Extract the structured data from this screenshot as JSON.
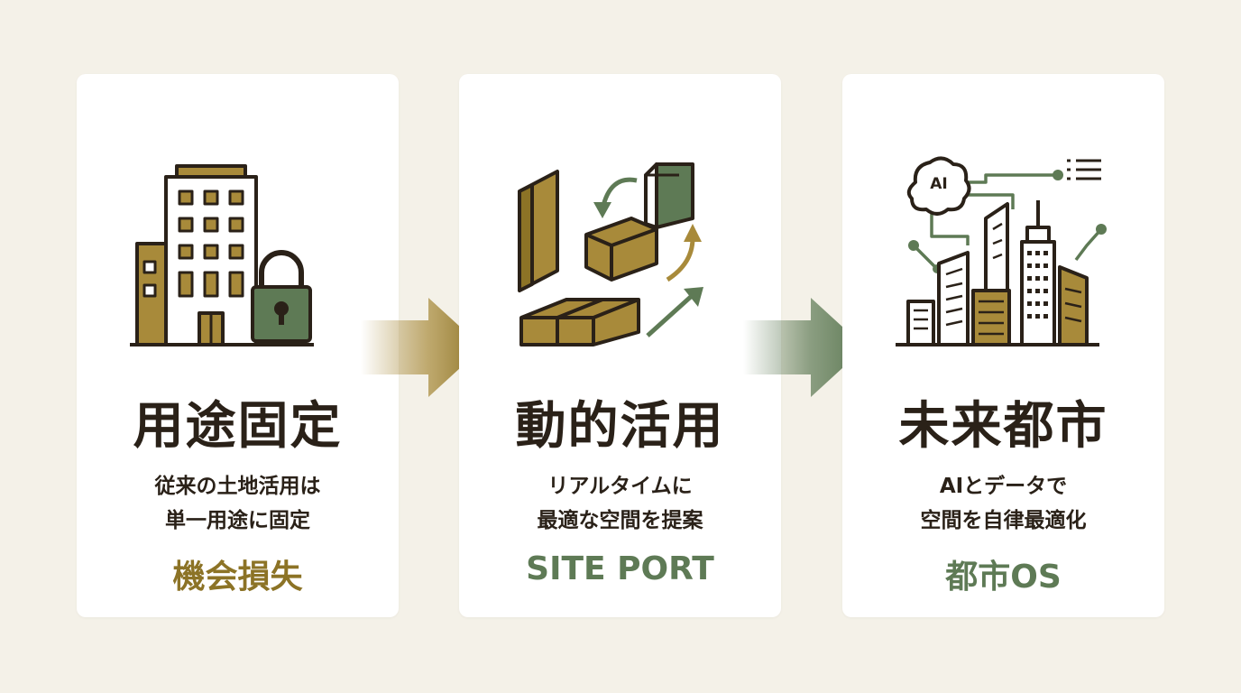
{
  "colors": {
    "background": "#f4f1e8",
    "card": "#ffffff",
    "gold": "#8c7326",
    "green": "#5e7a55",
    "dark": "#2a2118"
  },
  "stages": [
    {
      "title": "用途固定",
      "desc": [
        "従来の土地活用は",
        "単一用途に固定"
      ],
      "tagline": "機会損失",
      "tagline_color": "#8c7326",
      "icon": "locked-building-icon"
    },
    {
      "title": "動的活用",
      "desc": [
        "リアルタイムに",
        "最適な空間を提案"
      ],
      "tagline": "SITE PORT",
      "tagline_color": "#5e7a55",
      "icon": "moving-blocks-icon"
    },
    {
      "title": "未来都市",
      "desc": [
        "AIとデータで",
        "空間を自律最適化"
      ],
      "tagline": "都市OS",
      "tagline_color": "#5e7a55",
      "icon": "ai-city-icon",
      "ai_label": "AI"
    }
  ]
}
